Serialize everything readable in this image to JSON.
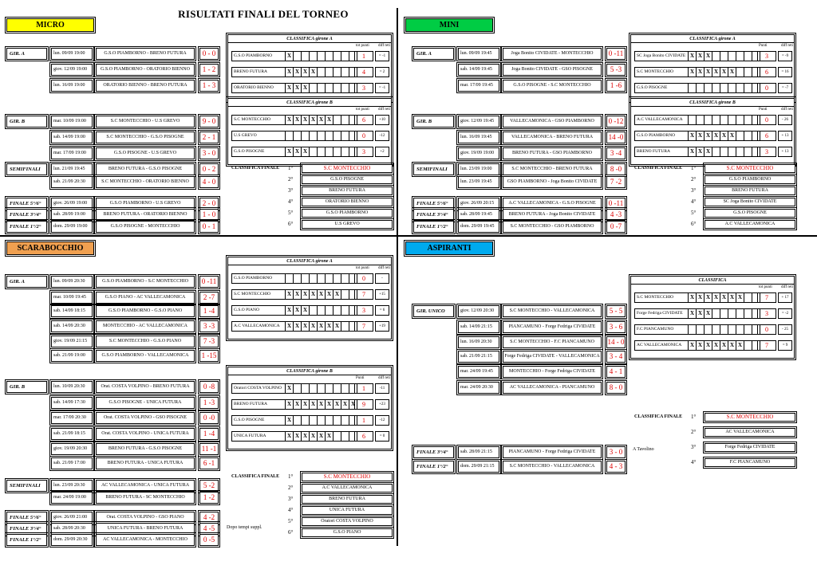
{
  "title": "RISULTATI  FINALI DEL TORNEO",
  "colors": {
    "micro": "#ffff00",
    "mini": "#00cc44",
    "scarabocchio": "#f0a050",
    "aspiranti": "#00aaee",
    "score": "#dd0000"
  },
  "sections": [
    {
      "name": "MICRO",
      "rows": [
        {
          "label": "GIR. A",
          "date": "lun. 09/09 19:00",
          "match": "G.S.O PIAMBORNO - BRENO FUTURA",
          "score": "0 - 0"
        },
        {
          "label": "",
          "date": "giov. 12/09 19:00",
          "match": "G.S.O PIAMBORNO - ORATORIO BIENNO",
          "score": "1 - 2"
        },
        {
          "label": "",
          "date": "lun. 16/09 19:00",
          "match": "ORATORIO BIENNO - BRENO FUTURA",
          "score": "1 - 3"
        },
        {
          "label": "GIR. B",
          "date": "mar. 10/09 19:00",
          "match": "S.C MONTECCHIO - U.S GREVO",
          "score": "9 - 0"
        },
        {
          "label": "",
          "date": "sab. 14/09 19:00",
          "match": "S.C MONTECCHIO - G.S.O PISOGNE",
          "score": "2 - 1"
        },
        {
          "label": "",
          "date": "mar. 17/09 19:00",
          "match": "G.S.O PISOGNE - U.S GREVO",
          "score": "3 - 0"
        },
        {
          "label": "SEMIFINALI",
          "date": "lun. 21/09 19:45",
          "match": "BRENO FUTURA - G.S.O PISOGNE",
          "score": "0 - 2"
        },
        {
          "label": "",
          "date": "sab. 21/09 20:30",
          "match": "S.C MONTECCHIO - ORATORIO BIENNO",
          "score": "4 - 0"
        },
        {
          "label": "FINALE 5°/6°",
          "date": "giov. 26/09 19:00",
          "match": "G.S.O PIAMBORNO - U.S GREVO",
          "score": "2 - 0"
        },
        {
          "label": "FINALE 3°/4°",
          "date": "sab. 28/09 19:00",
          "match": "BRENO FUTURA - ORATORIO BIENNO",
          "score": "1 - 0"
        },
        {
          "label": "FINALE 1°/2°",
          "date": "dom. 29/09 19:00",
          "match": "G.S.O PISOGNE - MONTECCHIO",
          "score": "0 - 1"
        }
      ],
      "standings": [
        {
          "title": "CLASSIFICA girone A",
          "pts_label": "tot punti",
          "diff_label": "diff reti",
          "teams": [
            {
              "name": "G.S.O PIAMBORNO",
              "x": 1,
              "pts": "1",
              "diff": "= -1"
            },
            {
              "name": "BRENO FUTURA",
              "x": 4,
              "pts": "4",
              "diff": "= 2"
            },
            {
              "name": "ORATORIO BIENNO",
              "x": 3,
              "pts": "3",
              "diff": "= -1"
            }
          ]
        },
        {
          "title": "CLASSIFICA girone B",
          "pts_label": "tot punti",
          "diff_label": "diff reti",
          "teams": [
            {
              "name": "S.C MONTECCHIO",
              "x": 6,
              "pts": "6",
              "diff": "+10"
            },
            {
              "name": "U.S GREVO",
              "x": 0,
              "pts": "0",
              "diff": "-12"
            },
            {
              "name": "G.S.O PISOGNE",
              "x": 3,
              "pts": "3",
              "diff": "+2"
            }
          ]
        }
      ],
      "final": {
        "title": "CLASSIFICA FINALE",
        "places": [
          {
            "pos": "1°",
            "team": "S.C MONTECCHIO"
          },
          {
            "pos": "2°",
            "team": "G.S.O PISOGNE"
          },
          {
            "pos": "3°",
            "team": "BRENO FUTURA"
          },
          {
            "pos": "4°",
            "team": "ORATORIO BIENNO"
          },
          {
            "pos": "5°",
            "team": "G.S.O PIAMBORNO"
          },
          {
            "pos": "6°",
            "team": "U.S GREVO"
          }
        ]
      }
    },
    {
      "name": "MINI",
      "rows": [
        {
          "label": "GIR. A",
          "date": "lun. 09/09 19:45",
          "match": "Joga Bonito CIVIDATE - MONTECCHIO",
          "score": "0 -11"
        },
        {
          "label": "",
          "date": "sab. 14/09 19:45",
          "match": "Joga Bonito CIVIDATE - GSO PISOGNE",
          "score": "5 -3"
        },
        {
          "label": "",
          "date": "mar. 17/09 19:45",
          "match": "G.S.O PISOGNE - S.C MONTECCHIO",
          "score": "1 -6"
        },
        {
          "label": "GIR. B",
          "date": "giov. 12/09 19:45",
          "match": "VALLECAMONICA - GSO PIAMBORNO",
          "score": "0 -12"
        },
        {
          "label": "",
          "date": "lun. 16/09 19:45",
          "match": "VALLECAMONICA - BRENO FUTURA",
          "score": "14 -0"
        },
        {
          "label": "",
          "date": "giov. 19/09 19:00",
          "match": "BRENO FUTURA - GSO PIAMBORNO",
          "score": "3 -4"
        },
        {
          "label": "SEMIFINALI",
          "date": "lun. 23/09 19:00",
          "match": "S.C MONTECCHIO - BRENO FUTURA",
          "score": "8 -0"
        },
        {
          "label": "",
          "date": "lun. 23/09 19:45",
          "match": "GSO PIAMBORNO - Joga Bonito CIVIDATE",
          "score": "7 -2"
        },
        {
          "label": "FINALE 5°/6°",
          "date": "giov. 26/09 20:15",
          "match": "A.C VALLECAMONICA - G.S.O PISOGNE",
          "score": "0 -11"
        },
        {
          "label": "FINALE 3°/4°",
          "date": "sab. 28/09 19:45",
          "match": "BRENO FUTURA - Joga Bonito CIVIDATE",
          "score": "4 -3"
        },
        {
          "label": "FINALE 1°/2°",
          "date": "dom. 29/09 19:45",
          "match": "S.C MONTECCHIO - GSO PIAMBORNO",
          "score": "0 -7"
        }
      ],
      "standings": [
        {
          "title": "CLASSIFICA girone A",
          "pts_label": "Punti",
          "diff_label": "diff reti",
          "teams": [
            {
              "name": "SC Joga Bonito CIVIDATE",
              "x": 3,
              "pts": "3",
              "diff": "= -9"
            },
            {
              "name": "S.C MONTECCHIO",
              "x": 6,
              "pts": "6",
              "diff": "= 16"
            },
            {
              "name": "G.S.O PISOGNE",
              "x": 0,
              "pts": "0",
              "diff": "= -7"
            }
          ]
        },
        {
          "title": "CLASSIFICA girone B",
          "pts_label": "Punti",
          "diff_label": "diff reti",
          "teams": [
            {
              "name": "A.C VALLECAMONICA",
              "x": 0,
              "pts": "0",
              "diff": "- 26"
            },
            {
              "name": "G.S.O PIAMBORNO",
              "x": 6,
              "pts": "6",
              "diff": "+ 13"
            },
            {
              "name": "BRENO FUTURA",
              "x": 3,
              "pts": "3",
              "diff": "+ 13"
            }
          ]
        }
      ],
      "final": {
        "title": "CLASSIFICA FINALE",
        "places": [
          {
            "pos": "1°",
            "team": "S.C MONTECCHIO"
          },
          {
            "pos": "2°",
            "team": "G.S.O PIAMBORNO"
          },
          {
            "pos": "3°",
            "team": "BRENO FUTURA"
          },
          {
            "pos": "4°",
            "team": "SC Joga Bonito CIVIDATE"
          },
          {
            "pos": "5°",
            "team": "G.S.O PISOGNE"
          },
          {
            "pos": "6°",
            "team": "A.C VALLECAMONICA"
          }
        ]
      }
    },
    {
      "name": "SCARABOCCHIO",
      "rows": [
        {
          "label": "GIR. A",
          "date": "lun. 09/09 20:30",
          "match": "G.S.O PIAMBORNO - S.C MONTECCHIO",
          "score": "0 -11"
        },
        {
          "label": "",
          "date": "mar. 10/09 19:45",
          "match": "G.S.O PIANO - AC VALLECAMONICA",
          "score": "2 -7"
        },
        {
          "label": "",
          "date": "sab. 14/09 18:15",
          "match": "G.S.O PIAMBORNO - G.S.O PIANO",
          "score": "1 -4"
        },
        {
          "label": "",
          "date": "sab. 14/09 20:30",
          "match": "MONTECCHIO - AC VALLECAMONICA",
          "score": "3 -3"
        },
        {
          "label": "",
          "date": "giov. 19/09 21:15",
          "match": "S.C MONTECCHIO - G.S.O PIANO",
          "score": "7 -3"
        },
        {
          "label": "",
          "date": "sab. 21/09 19:00",
          "match": "G.S.O PIAMBORNO - VALLECAMONICA",
          "score": "1 -15"
        },
        {
          "label": "GIR. B",
          "date": "lun. 10/09 20:30",
          "match": "Orat. COSTA VOLPINO - BRENO FUTURA",
          "score": "0 -8"
        },
        {
          "label": "",
          "date": "sab. 14/09 17:30",
          "match": "G.S.O PISOGNE - UNICA FUTURA",
          "score": "1 -3"
        },
        {
          "label": "",
          "date": "mar. 17/09 20:30",
          "match": "Orat. COSTA VOLPINO - GSO PISOGNE",
          "score": "0 -0"
        },
        {
          "label": "",
          "date": "sab. 21/09 18:15",
          "match": "Orat. COSTA VOLPINO - UNICA FUTURA",
          "score": "1 -4"
        },
        {
          "label": "",
          "date": "giov. 19/09 20:30",
          "match": "BRENO FUTURA - G.S.O PISOGNE",
          "score": "11 -1"
        },
        {
          "label": "",
          "date": "sab. 21/09 17:00",
          "match": "BRENO FUTURA - UNICA FUTURA",
          "score": "6 -1"
        },
        {
          "label": "SEMIFINALI",
          "date": "lun. 23/09 20:30",
          "match": "AC VALLECAMONICA - UNICA FUTURA",
          "score": "5 -2"
        },
        {
          "label": "",
          "date": "mar. 24/09 19:00",
          "match": "BRENO FUTURA - SC MONTECCHIO",
          "score": "1 -2"
        },
        {
          "label": "FINALE 5°/6°",
          "date": "giov. 26/09 21:00",
          "match": "Orat. COSTA VOLPINO - GSO PIANO",
          "score": "4 -2"
        },
        {
          "label": "FINALE 3°/4°",
          "date": "sab. 28/09 20:30",
          "match": "UNICA FUTURA - BRENO FUTURA",
          "score": "4 -5"
        },
        {
          "label": "FINALE 1°/2°",
          "date": "dom. 29/09 20:30",
          "match": "AC VALLECAMONICA - MONTECCHIO",
          "score": "0 -5"
        }
      ],
      "standings": [
        {
          "title": "CLASSIFICA girone A",
          "pts_label": "tot punti",
          "diff_label": "diff reti",
          "teams": [
            {
              "name": "G.S.O PIAMBORNO",
              "x": 0,
              "pts": "0",
              "diff": "-"
            },
            {
              "name": "S.C MONTECCHIO",
              "x": 7,
              "pts": "7",
              "diff": "+15"
            },
            {
              "name": "G.S.O PIANO",
              "x": 3,
              "pts": "3",
              "diff": "= 6"
            },
            {
              "name": "A.C VALLECAMONICA",
              "x": 7,
              "pts": "7",
              "diff": "+19"
            }
          ]
        },
        {
          "title": "CLASSIFICA girone B",
          "pts_label": "Punti",
          "diff_label": "diff reti",
          "teams": [
            {
              "name": "Oratori COSTA VOLPINO",
              "x": 1,
              "pts": "1",
              "diff": "-11"
            },
            {
              "name": "BRENO FUTURA",
              "x": 9,
              "pts": "9",
              "diff": "+23"
            },
            {
              "name": "G.S.O PISOGNE",
              "x": 1,
              "pts": "1",
              "diff": "-12"
            },
            {
              "name": "UNICA FUTURA",
              "x": 6,
              "pts": "6",
              "diff": "= 0"
            }
          ]
        }
      ],
      "final": {
        "title": "CLASSIFICA FINALE",
        "places": [
          {
            "pos": "1°",
            "team": "S.C MONTECCHIO"
          },
          {
            "pos": "2°",
            "team": "A.C VALLECAMONICA"
          },
          {
            "pos": "3°",
            "team": "BRENO FUTURA"
          },
          {
            "pos": "4°",
            "team": "UNICA FUTURA"
          },
          {
            "pos": "5°",
            "team": "Oratori COSTA VOLPINO"
          },
          {
            "pos": "6°",
            "team": "G.S.O PIANO"
          }
        ],
        "note": "Dopo tempi suppl."
      }
    },
    {
      "name": "ASPIRANTI",
      "rows": [
        {
          "label": "GIR. UNICO",
          "date": "giov. 12/09 20:30",
          "match": "S.C MONTECCHIO - VALLECAMONICA",
          "score": "5 - 5"
        },
        {
          "label": "",
          "date": "sab. 14/09 21:15",
          "match": "PIANCAMUNO - Forge Fedriga CIVIDATE",
          "score": "3 - 6"
        },
        {
          "label": "",
          "date": "lun. 16/09 20:30",
          "match": "S.C MONTECCHIO - F.C PIANCAMUNO",
          "score": "14 - 0"
        },
        {
          "label": "",
          "date": "sab. 21/09 21:15",
          "match": "Forge Fedriga CIVIDATE - VALLECAMONICA",
          "score": "3 - 4"
        },
        {
          "label": "",
          "date": "mar. 24/09 19:45",
          "match": "MONTECCHIO - Forge Fedriga CIVIDATE",
          "score": "4 - 1"
        },
        {
          "label": "",
          "date": "mar. 24/09 20:30",
          "match": "AC VALLECAMONICA - PIANCAMUNO",
          "score": "8 - 0"
        },
        {
          "label": "FINALE 3°/4°",
          "date": "sab. 28/09 21:15",
          "match": "PIANCAMUNO - Forge Fedriga CIVIDATE",
          "score": "3 - 0"
        },
        {
          "label": "FINALE 1°/2°",
          "date": "dom. 29/09 21:15",
          "match": "S.C MONTECCHIO - VALLECAMONICA",
          "score": "4 - 3"
        }
      ],
      "standings": [
        {
          "title": "CLASSIFICA",
          "pts_label": "tot punti",
          "diff_label": "diff reti",
          "teams": [
            {
              "name": "S.C MONTECCHIO",
              "x": 7,
              "pts": "7",
              "diff": "+ 17"
            },
            {
              "name": "Forge Fedriga CIVIDATE",
              "x": 3,
              "pts": "3",
              "diff": "= -2"
            },
            {
              "name": "F.C PIANCAMUNO",
              "x": 0,
              "pts": "0",
              "diff": "- 25"
            },
            {
              "name": "AC VALLECAMONICA",
              "x": 7,
              "pts": "7",
              "diff": "= 9"
            }
          ]
        }
      ],
      "final": {
        "title": "CLASSIFICA FINALE",
        "places": [
          {
            "pos": "1°",
            "team": "S.C MONTECCHIO"
          },
          {
            "pos": "2°",
            "team": "AC VALLECAMONICA"
          },
          {
            "pos": "3°",
            "team": "Forge Fedriga CIVIDATE"
          },
          {
            "pos": "4°",
            "team": "F.C PIANCAMUNO"
          }
        ],
        "note": "A Tavolino"
      }
    }
  ]
}
